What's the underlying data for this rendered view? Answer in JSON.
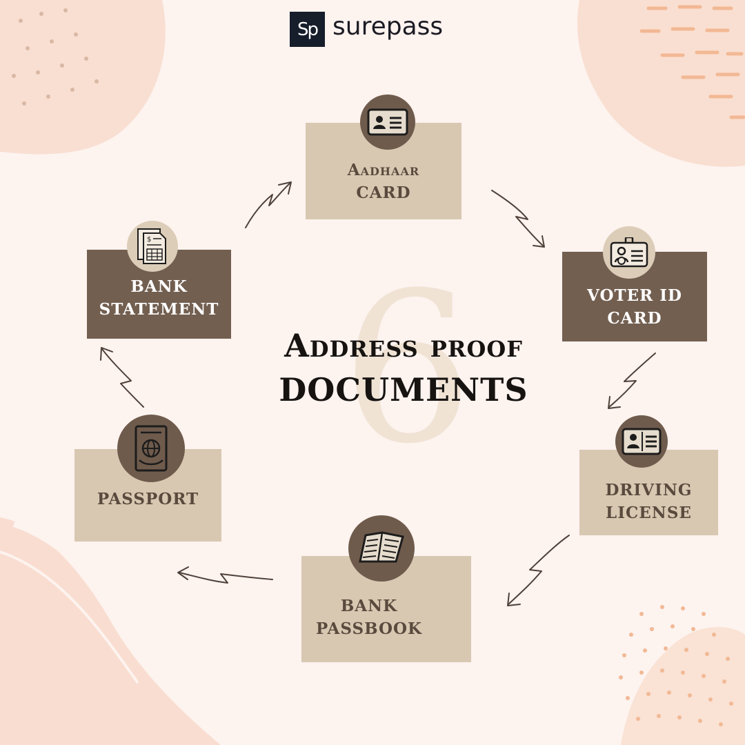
{
  "brand": {
    "logo_mark": "Sp",
    "name": "surepass"
  },
  "title": {
    "line1": "Address proof",
    "line2": "documents"
  },
  "big_number": "6",
  "documents": [
    {
      "id": "aadhaar",
      "line1": "Aadhaar",
      "line2": "Card",
      "icon": "id-card-icon"
    },
    {
      "id": "voter",
      "line1": "Voter ID",
      "line2": "Card",
      "icon": "voter-badge-icon"
    },
    {
      "id": "driving",
      "line1": "Driving",
      "line2": "License",
      "icon": "license-card-icon"
    },
    {
      "id": "passbook",
      "line1": "Bank",
      "line2": "Passbook",
      "icon": "passbook-icon"
    },
    {
      "id": "passport",
      "line1": "Passport",
      "line2": "",
      "icon": "passport-icon"
    },
    {
      "id": "statement",
      "line1": "Bank",
      "line2": "Statement",
      "icon": "statement-icon"
    }
  ],
  "colors": {
    "background": "#fdf3ef",
    "blob": "#f8ded0",
    "card_light": "#d8c8b2",
    "card_dark": "#725f50",
    "badge_dark": "#6f5b4c",
    "title": "#161311",
    "arrow": "#4d4038"
  }
}
